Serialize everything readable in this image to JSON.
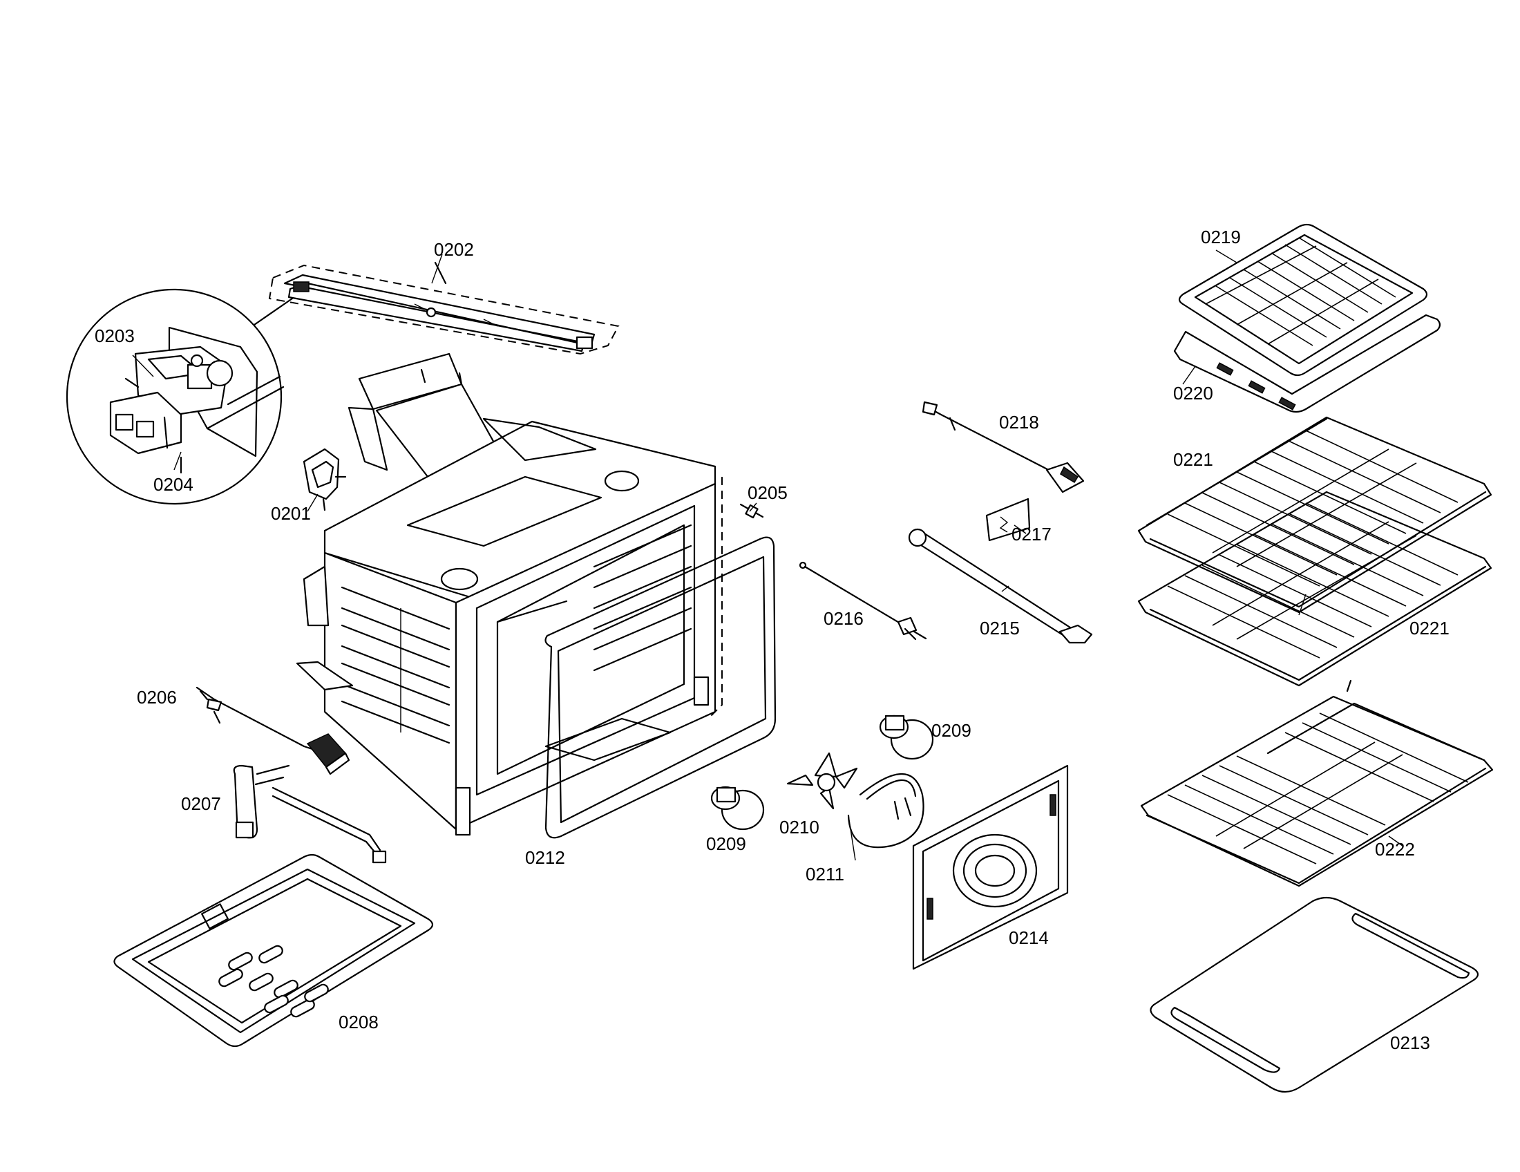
{
  "labels": {
    "p0201": "0201",
    "p0202": "0202",
    "p0203": "0203",
    "p0204": "0204",
    "p0205": "0205",
    "p0206": "0206",
    "p0207": "0207",
    "p0208": "0208",
    "p0209a": "0209",
    "p0209b": "0209",
    "p0210": "0210",
    "p0211": "0211",
    "p0212": "0212",
    "p0213": "0213",
    "p0214": "0214",
    "p0215": "0215",
    "p0216": "0216",
    "p0217": "0217",
    "p0218": "0218",
    "p0219": "0219",
    "p0220": "0220",
    "p0221a": "0221",
    "p0221b": "0221",
    "p0222": "0222"
  }
}
